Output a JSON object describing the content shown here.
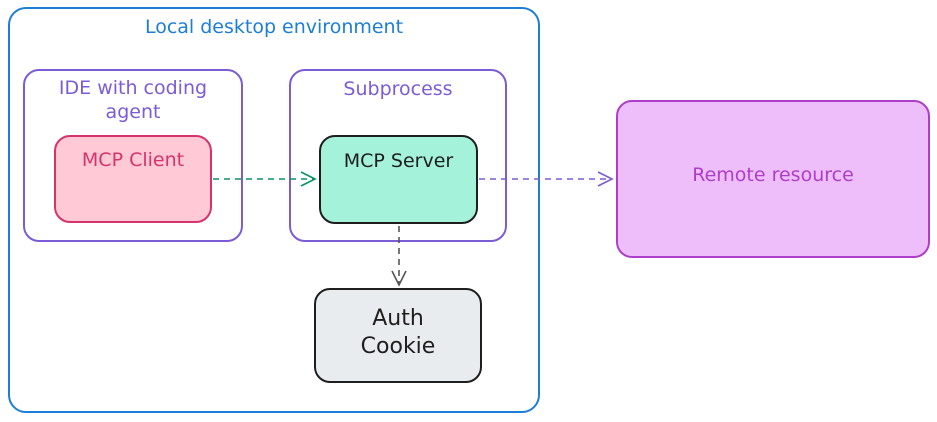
{
  "environment": {
    "title": "Local desktop environment"
  },
  "ide": {
    "title": "IDE with coding agent"
  },
  "client": {
    "label": "MCP Client"
  },
  "subprocess": {
    "title": "Subprocess"
  },
  "server": {
    "label": "MCP Server"
  },
  "auth": {
    "line1": "Auth",
    "line2": "Cookie"
  },
  "remote": {
    "label": "Remote resource"
  },
  "colors": {
    "environment": "#1c7ed6",
    "container": "#7b5cd6",
    "client_stroke": "#d6336c",
    "client_fill": "#ffc9d6",
    "server_fill": "#a5f2da",
    "auth_fill": "#e9ecef",
    "remote_stroke": "#ae3ec9",
    "remote_fill": "#eebefa",
    "arrow_client_server": "#099268",
    "arrow_server_remote": "#7b5cd6",
    "arrow_server_auth": "#555555"
  }
}
